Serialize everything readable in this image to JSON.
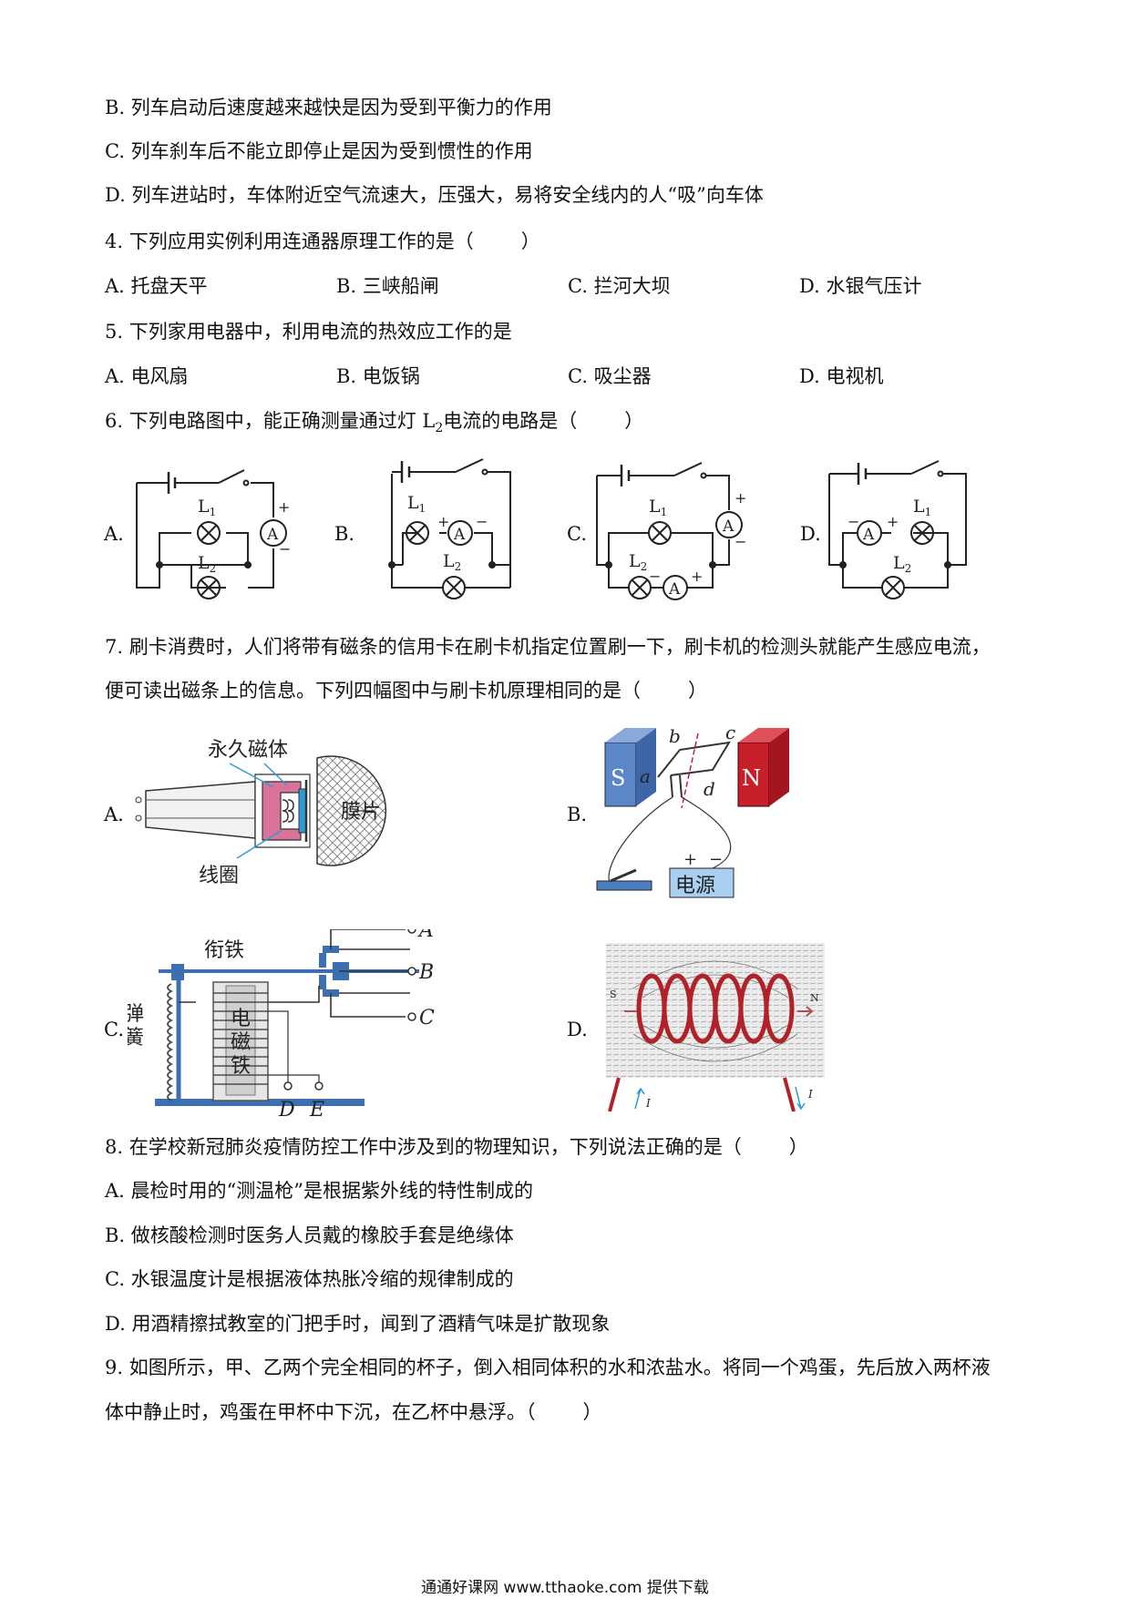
{
  "q3": {
    "b": "B.  列车启动后速度越来越快是因为受到平衡力的作用",
    "c": "C.  列车刹车后不能立即停止是因为受到惯性的作用",
    "d": "D.  列车进站时，车体附近空气流速大，压强大，易将安全线内的人“吸”向车体"
  },
  "q4": {
    "stem": "4. 下列应用实例利用连通器原理工作的是（",
    "close": "）",
    "options": [
      "A.  托盘天平",
      "B.  三峡船闸",
      "C.  拦河大坝",
      "D.  水银气压计"
    ]
  },
  "q5": {
    "stem": "5. 下列家用电器中，利用电流的热效应工作的是",
    "options": [
      "A.  电风扇",
      "B.  电饭锅",
      "C.  吸尘器",
      "D.  电视机"
    ]
  },
  "q6": {
    "stem_a": "6.    下列电路图中，能正确测量通过灯 L",
    "stem_sub": "2",
    "stem_b": "电流的电路是（",
    "close": "）",
    "labels": [
      "A.",
      "B.",
      "C.",
      "D."
    ],
    "l1": "L",
    "l1_sub": "1",
    "l2": "L",
    "l2_sub": "2",
    "ammeter": "A",
    "plus": "+",
    "minus": "−"
  },
  "q7": {
    "line1": "7. 刷卡消费时，人们将带有磁条的信用卡在刷卡机指定位置刷一下，刷卡机的检测头就能产生感应电流，",
    "line2": "便可读出磁条上的信息。下列四幅图中与刷卡机原理相同的是（",
    "close": "）",
    "labels": [
      "A.",
      "B.",
      "C.",
      "D."
    ],
    "figA": {
      "magnet": "永久磁体",
      "membrane": "膜片",
      "coil": "线圈"
    },
    "figB": {
      "s": "S",
      "n": "N",
      "a": "a",
      "b": "b",
      "c": "c",
      "d": "d",
      "plus": "+",
      "minus": "−",
      "power": "电源"
    },
    "figC": {
      "armature": "衔铁",
      "spring1": "弹",
      "spring2": "簧",
      "em1": "电",
      "em2": "磁",
      "em3": "铁",
      "A": "A",
      "B": "B",
      "C": "C",
      "D": "D",
      "E": "E"
    },
    "figD": {
      "s": "S",
      "n": "N",
      "i1": "I",
      "i2": "I"
    }
  },
  "q8": {
    "stem": "8. 在学校新冠肺炎疫情防控工作中涉及到的物理知识，下列说法正确的是（",
    "close": "）",
    "a": "A. 晨检时用的“测温枪”是根据紫外线的特性制成的",
    "b": "B. 做核酸检测时医务人员戴的橡胶手套是绝缘体",
    "c": "C. 水银温度计是根据液体热胀冷缩的规律制成的",
    "d": "D. 用酒精擦拭教室的门把手时，闻到了酒精气味是扩散现象"
  },
  "q9": {
    "line1": "9. 如图所示，甲、乙两个完全相同的杯子，倒入相同体积的水和浓盐水。将同一个鸡蛋，先后放入两杯液",
    "line2": "体中静止时，鸡蛋在甲杯中下沉，在乙杯中悬浮。（",
    "close": "）"
  },
  "footer": "通通好课网  www.tthaoke.com  提供下载",
  "colors": {
    "blue_magnet": "#4a6fb5",
    "red_magnet": "#c8202a",
    "pink_magnet": "#d9739b",
    "coil_red": "#b0222a",
    "base_blue": "#3b6fb0"
  }
}
